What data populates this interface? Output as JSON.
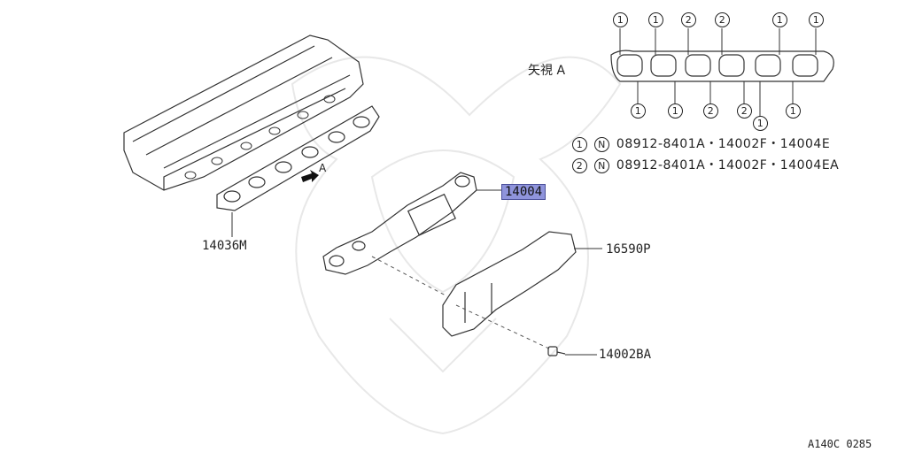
{
  "view_label": "矢視 A",
  "arrow_marker": "A",
  "parts": {
    "exhaust_manifold": "14004",
    "gasket": "14036M",
    "heat_insulator": "16590P",
    "bolt": "14002BA"
  },
  "top_markers": [
    "1",
    "1",
    "2",
    "2",
    "1",
    "1"
  ],
  "bottom_markers": [
    "1",
    "1",
    "2",
    "2",
    "1",
    "1"
  ],
  "notes": [
    {
      "marker": "1",
      "symbol": "N",
      "text": "08912-8401A・14002F・14004E"
    },
    {
      "marker": "2",
      "symbol": "N",
      "text": "08912-8401A・14002F・14004EA"
    }
  ],
  "figure_code": "A140C 0285"
}
